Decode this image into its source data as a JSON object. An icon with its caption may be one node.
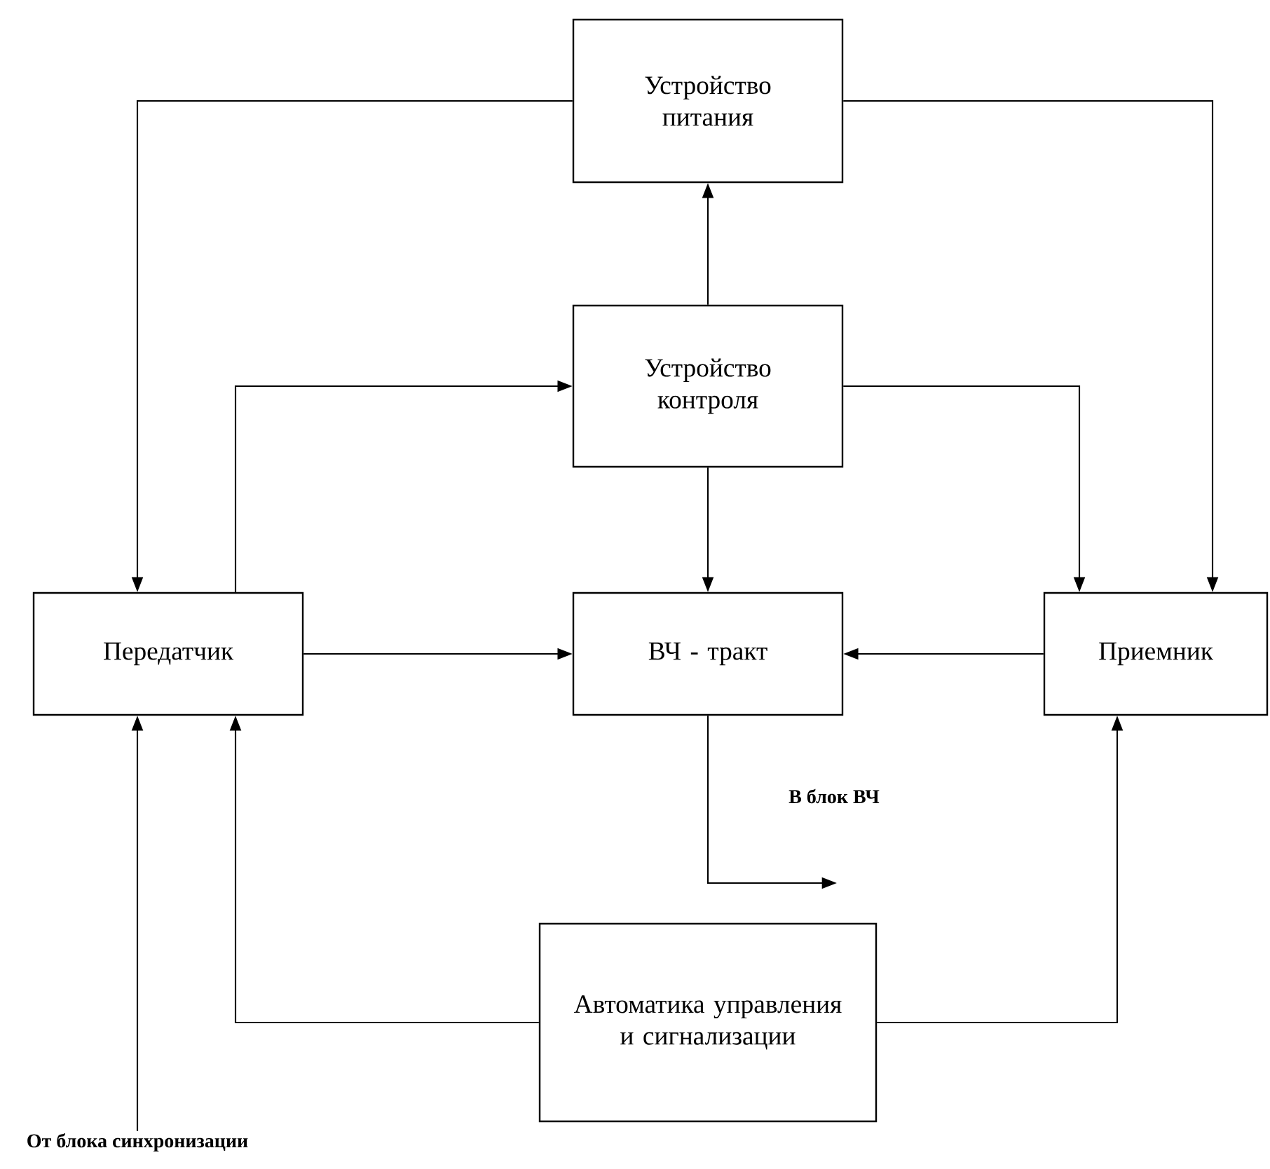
{
  "diagram": {
    "nodes": [
      {
        "text": [
          "Устройство питания"
        ]
      },
      {
        "text": [
          "Устройство контроля"
        ]
      },
      {
        "text": [
          "Передатчик"
        ]
      },
      {
        "text": [
          "ВЧ - тракт"
        ]
      },
      {
        "text": [
          "Приемник"
        ]
      },
      {
        "text": [
          "Автоматика управления и сигнализации"
        ]
      },
      {
        "text": [
          "От блока синхронизации"
        ]
      }
    ],
    "edges": [
      {
        "from": 0,
        "to": 2,
        "arrow": "to"
      },
      {
        "from": 0,
        "to": 4,
        "arrow": "to"
      },
      {
        "from": 1,
        "to": 0,
        "arrow": "to"
      },
      {
        "from": 2,
        "to": 1,
        "arrow": "to"
      },
      {
        "from": 1,
        "to": 4,
        "arrow": "to"
      },
      {
        "from": 1,
        "to": 3,
        "arrow": "to"
      },
      {
        "from": 2,
        "to": 3,
        "arrow": "to"
      },
      {
        "from": 4,
        "to": 3,
        "arrow": "to"
      },
      {
        "from": 3,
        "to": null,
        "arrow": "to",
        "label": "В блок ВЧ"
      },
      {
        "from": 5,
        "to": 2,
        "arrow": "to"
      },
      {
        "from": 5,
        "to": 4,
        "arrow": "to"
      },
      {
        "from": 6,
        "to": 2,
        "arrow": "to"
      }
    ]
  }
}
